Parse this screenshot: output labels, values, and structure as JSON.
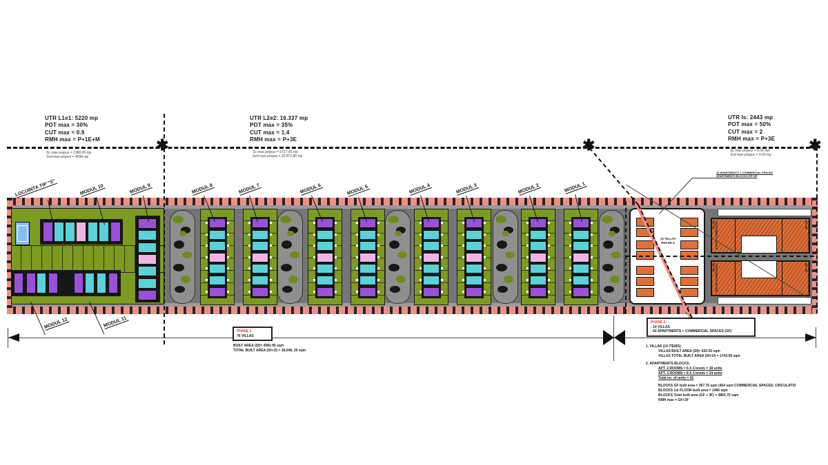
{
  "utr_notes": [
    {
      "lines": [
        "UTR L1e1: 5220 mp",
        "POT max = 30%",
        "CUT max = 0.9",
        "RMH max = P+1E+M"
      ],
      "sub": [
        "Sc max propus = 1366.00 mp",
        "Scd max propus = 4698 mp"
      ]
    },
    {
      "lines": [
        "UTR L2e2: 16.337 mp",
        "POT max = 35%",
        "CUT max = 1.4",
        "RMH max = P+3E"
      ],
      "sub": [
        "Sc max propus = 5717.95 mp",
        "Scd max propus = 22.871,80 mp"
      ]
    },
    {
      "lines": [
        "UTR Is: 2443 mp",
        "POT max = 50%",
        "CUT max = 2",
        "RMH max = P+3E"
      ],
      "sub": [
        "Sc max propus = 0.00 mp",
        "Scd max propus = 0.00 mp"
      ]
    }
  ],
  "module_labels_top": [
    "LOCUINTA TIP \"S\"",
    "MODUL 10",
    "MODUL 9",
    "MODUL 8",
    "MODUL 7",
    "MODUL 6",
    "MODUL 5",
    "MODUL 4",
    "MODUL 3",
    "MODUL 2",
    "MODUL 1"
  ],
  "module_labels_bottom": [
    "MODUL 12",
    "MODUL 11"
  ],
  "right_section": {
    "villas_label_line1": "14 VILLAS",
    "villas_label_line2": "PHASE 2",
    "apartments_block_label": "APARTMENTS BLOCK GF+3E",
    "note_line1": "42 APARTMENTS + COMMERCIAL SPACES",
    "note_line2": "APARTMENTS BLOCKS GF+3E"
  },
  "phase1": {
    "title": "PHASE 1",
    "subtitle": "76 VILLAS",
    "lines": [
      "BUILT AREA (Sf)= 4581.95 sqm",
      "TOTAL BUILT AREA (Sf+1f) = 18.048, 20 sqm"
    ]
  },
  "phase2": {
    "title": "PHASE 2:",
    "lines": [
      "- 14 VILLAS",
      "- 42 APARTMENTS + COMMERCIAL SPACES (GF)"
    ]
  },
  "legend": [
    {
      "text": "1. VILLAS (14 ITEMS):",
      "indent": 0,
      "underline": false
    },
    {
      "text": "VILLAS BUILT AREA (Sf)= 632.93 sqm",
      "indent": 1,
      "underline": false
    },
    {
      "text": "VILLAS TOTAL BUILT AREA (Sf+1f) = 1743.09 sqm",
      "indent": 1,
      "underline": false
    },
    {
      "text": "",
      "indent": 0,
      "underline": false
    },
    {
      "text": "2. APARTMENTS BLOCKS:",
      "indent": 0,
      "underline": false
    },
    {
      "text": "APT. 2 ROOMS = 6 X 3 levels = 18 units",
      "indent": 1,
      "underline": true
    },
    {
      "text": "APT. 3 ROOMS = 8 X 3 levels = 24 units",
      "indent": 1,
      "underline": true
    },
    {
      "text": "Total no. of units = 42",
      "indent": 1,
      "underline": true
    },
    {
      "text": "",
      "indent": 0,
      "underline": false
    },
    {
      "text": "BLOCKS GF built area = 367.70 sqm (464 sqm COMMERCIAL SPACES; CIRCULATIO",
      "indent": 1,
      "underline": false
    },
    {
      "text": "BLOCKS 1st FLOOR built area = 1466 sqm",
      "indent": 1,
      "underline": false
    },
    {
      "text": "BLOCKS Total built area (GF + 3F) = 4865.70 sqm",
      "indent": 1,
      "underline": false
    },
    {
      "text": "RMH max = GF+3F",
      "indent": 1,
      "underline": false
    }
  ],
  "colors": {
    "salmon": "#ee8f86",
    "road": "#757575",
    "road_light": "#9a9a9a",
    "green": "#7d9b21",
    "green_dark": "#6d8c1d",
    "purple": "#9a50d8",
    "cyan": "#5ad2da",
    "pink": "#f0b4e4",
    "blue": "#8abced",
    "orange": "#e07038",
    "orange_dark": "#b04e24",
    "black": "#161616",
    "red_text": "#d93425",
    "island": "#8f8f8f"
  },
  "house_sequences": {
    "module": [
      "purple",
      "cyan",
      "cyan",
      "pink",
      "cyan",
      "cyan",
      "purple"
    ],
    "left_top": [
      "purple",
      "cyan",
      "cyan",
      "pink",
      "cyan",
      "cyan",
      "purple"
    ],
    "left_bottom": [
      "purple",
      "purple",
      "cyan",
      "purple",
      "purple",
      "cyan",
      "cyan",
      "purple"
    ],
    "left_column": [
      "purple",
      "cyan",
      "cyan",
      "pink",
      "cyan",
      "cyan",
      "purple"
    ]
  }
}
